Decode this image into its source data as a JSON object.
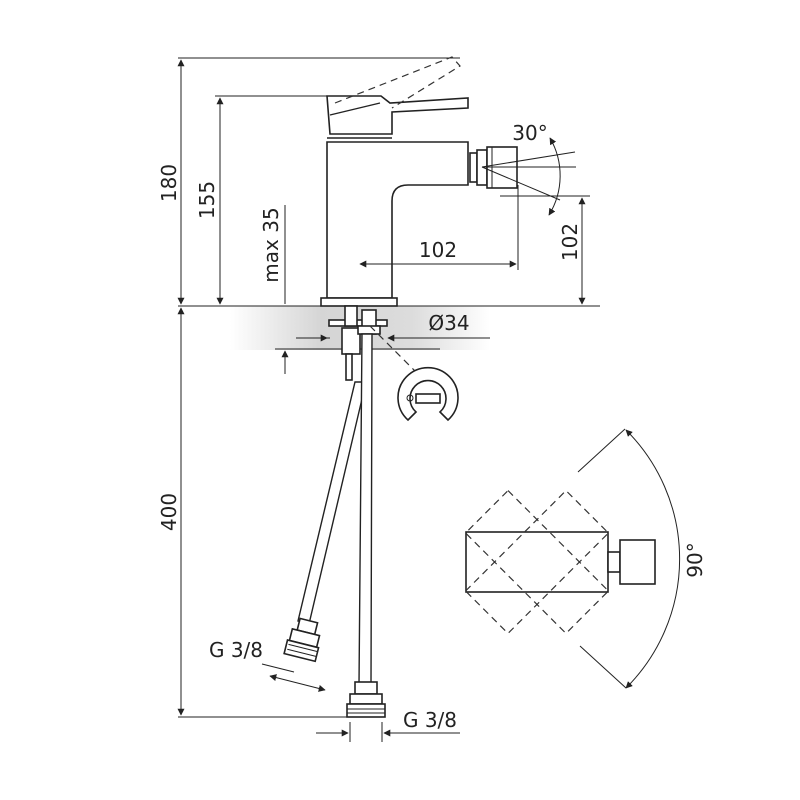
{
  "dimensions": {
    "total_height": "180",
    "spout_height": "155",
    "max_deck_thickness": "max 35",
    "spout_reach": "102",
    "nozzle_height": "102",
    "nozzle_swivel_angle": "30°",
    "hole_diameter": "Ø34",
    "hose_length": "400",
    "connection_left": "G 3/8",
    "connection_right": "G 3/8",
    "handle_rotation_angle": "90°"
  }
}
